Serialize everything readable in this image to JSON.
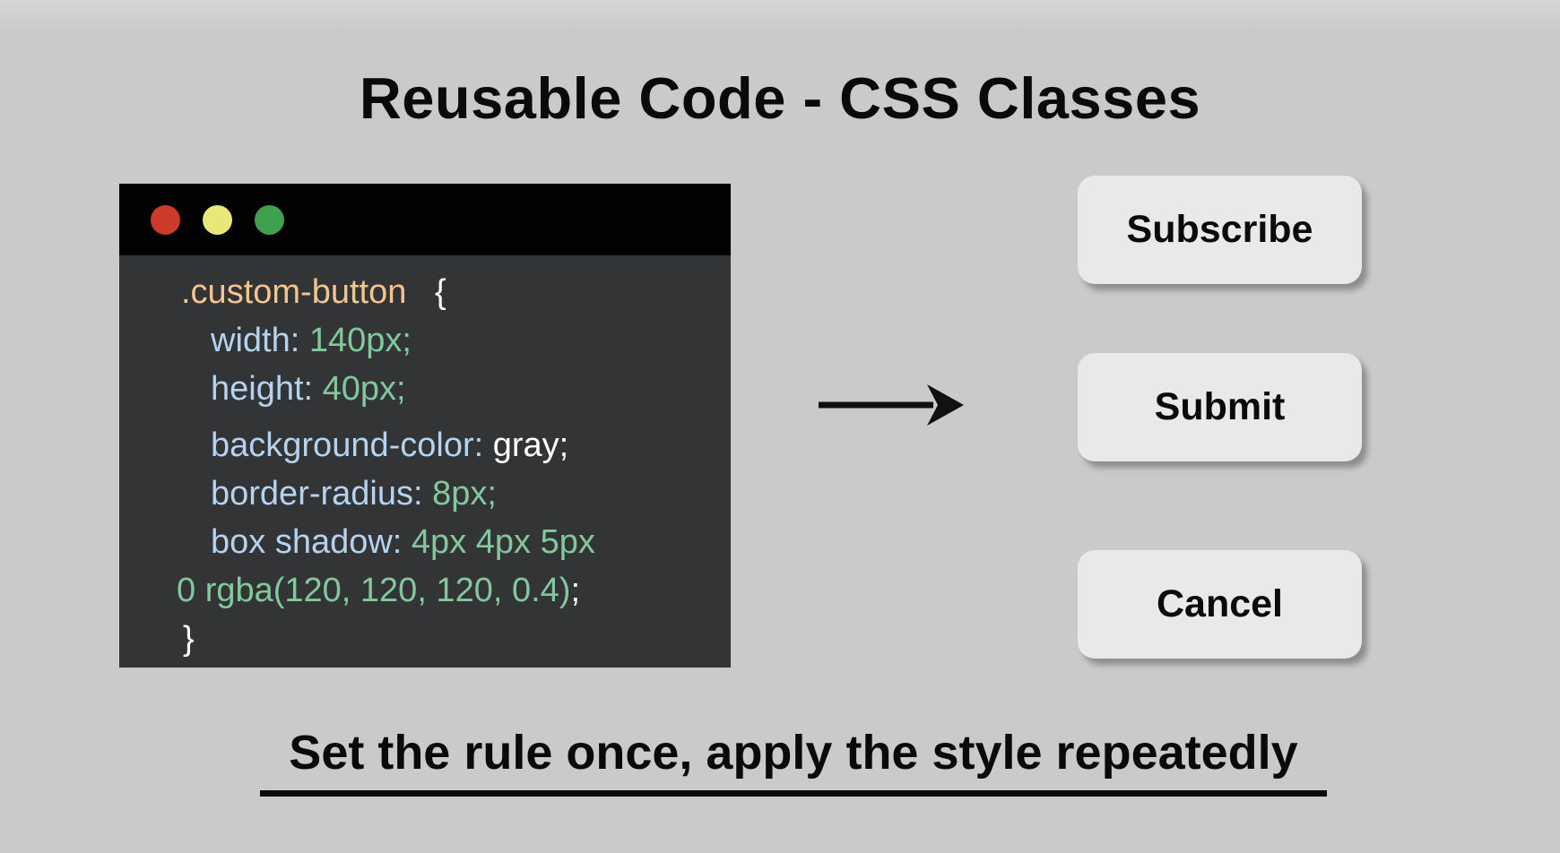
{
  "heading": "Reusable Code - CSS Classes",
  "caption": "Set the rule once, apply the style repeatedly",
  "theme": {
    "page_bg": "#cacaca",
    "window_bg": "#333436",
    "titlebar_bg": "#020202",
    "button_bg": "#e9e9e9",
    "button_text": "#0b0b0b",
    "heading_text": "#0a0a0a",
    "arrow_color": "#111111"
  },
  "code_window": {
    "traffic_lights": [
      {
        "name": "close",
        "color": "#cc3a2b"
      },
      {
        "name": "minimize",
        "color": "#e7e878"
      },
      {
        "name": "zoom",
        "color": "#3fa14f"
      }
    ],
    "colors": {
      "selector": "#f2c48f",
      "property": "#b5d2ee",
      "value": "#83c89d",
      "plain": "#ffffff"
    },
    "lines": [
      {
        "indent": 0,
        "tokens": [
          [
            "selector",
            ".custom-button"
          ],
          [
            "plain",
            "   {"
          ]
        ]
      },
      {
        "indent": 1,
        "tokens": [
          [
            "property",
            "width: "
          ],
          [
            "value",
            "140px;"
          ]
        ]
      },
      {
        "indent": 1,
        "tokens": [
          [
            "property",
            "height: "
          ],
          [
            "value",
            "40px;"
          ]
        ]
      },
      {
        "indent": 1,
        "tokens": [
          [
            "property",
            "background-color: "
          ],
          [
            "plain",
            "gray;"
          ]
        ]
      },
      {
        "indent": 1,
        "tokens": [
          [
            "property",
            "border-radius: "
          ],
          [
            "value",
            "8px;"
          ]
        ]
      },
      {
        "indent": 1,
        "tokens": [
          [
            "property",
            "box shadow: "
          ],
          [
            "value",
            "4px 4px 5px"
          ]
        ]
      },
      {
        "indent": 2,
        "tokens": [
          [
            "value",
            "0 rgba(120, 120, 120, 0.4)"
          ],
          [
            "plain",
            ";"
          ]
        ]
      },
      {
        "indent": 3,
        "tokens": [
          [
            "plain",
            "}"
          ]
        ]
      }
    ]
  },
  "buttons": [
    {
      "label": "Subscribe"
    },
    {
      "label": "Submit"
    },
    {
      "label": "Cancel"
    }
  ]
}
